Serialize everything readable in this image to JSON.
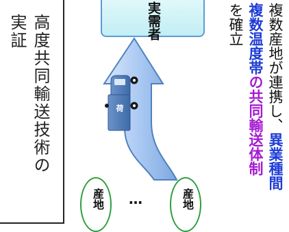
{
  "title": {
    "line1": "高度共同輸送技術の",
    "line2": "実証"
  },
  "consumer": {
    "label": "実需者"
  },
  "truck": {
    "cargo_label": "荷"
  },
  "producing_areas": {
    "left_label": "産地",
    "right_label": "産地",
    "ellipsis": "…"
  },
  "description": {
    "line1_prefix": "複数産地が連携し、",
    "line1_highlight": "異業種間",
    "line2_part1": "複数温度帯",
    "line2_part2": "の",
    "line2_part3": "共同輸送体制",
    "line3": "を確立"
  },
  "colors": {
    "arrow_fill": "#a9c8f2",
    "arrow_stroke": "#4f81bd",
    "consumer_fill": "#d7f4f8",
    "oval_stroke": "#2e9e3f",
    "highlight_blue": "#1f3cd6",
    "highlight_purple": "#a51ad1"
  }
}
